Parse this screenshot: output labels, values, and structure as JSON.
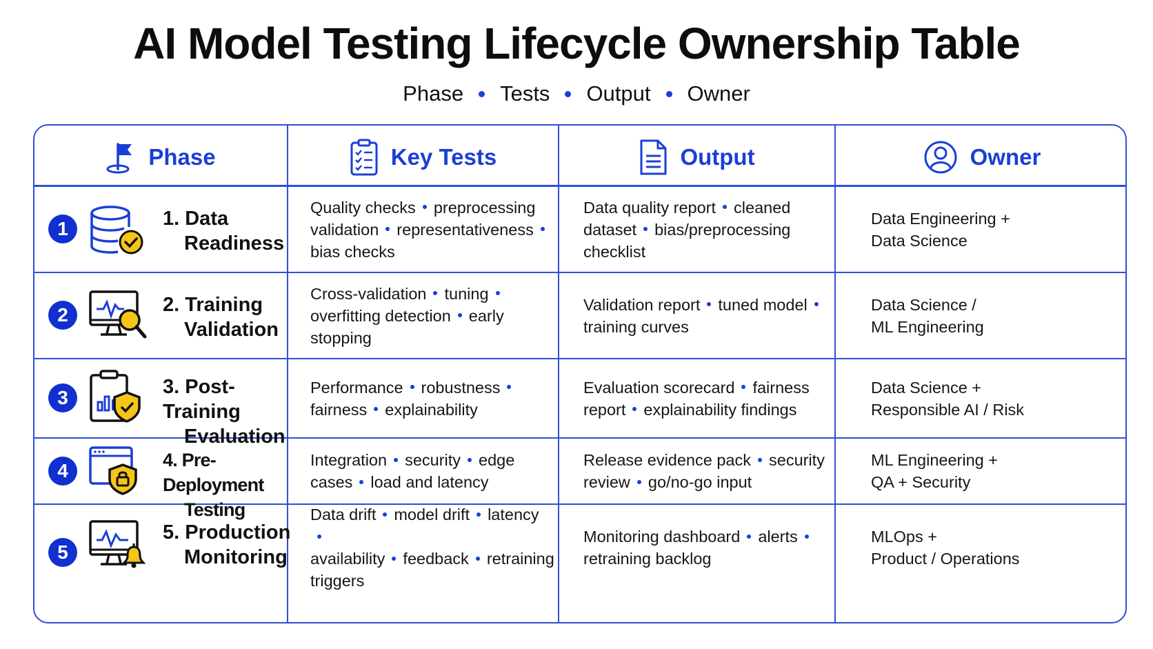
{
  "title": "AI Model Testing Lifecycle Ownership Table",
  "subtitle": [
    "Phase",
    "Tests",
    "Output",
    "Owner"
  ],
  "headers": {
    "phase": "Phase",
    "tests": "Key Tests",
    "output": "Output",
    "owner": "Owner"
  },
  "header_icons": {
    "phase": "flag-icon",
    "tests": "checklist-icon",
    "output": "document-icon",
    "owner": "user-icon"
  },
  "colors": {
    "accent": "#1a3fd6",
    "border": "#2d4fd8",
    "badge": "#1230d0",
    "highlight": "#f5c518"
  },
  "rows": [
    {
      "number": "1",
      "title_line1": "1. Data",
      "title_line2": "Readiness",
      "icon": "database-check-icon",
      "tests": [
        "Quality checks",
        "preprocessing validation",
        "representativeness",
        "bias checks"
      ],
      "tests_lines": [
        "Quality checks • preprocessing",
        "validation • representativeness •",
        "bias checks"
      ],
      "output_lines": [
        "Data quality report • cleaned",
        "dataset • bias/preprocessing",
        "checklist"
      ],
      "owner_lines": [
        "Data Engineering +",
        "Data Science"
      ]
    },
    {
      "number": "2",
      "title_line1": "2. Training",
      "title_line2": "Validation",
      "icon": "monitor-magnifier-icon",
      "tests_lines": [
        "Cross-validation • tuning •",
        "overfitting detection • early",
        "stopping"
      ],
      "output_lines": [
        "Validation report • tuned model •",
        "training curves"
      ],
      "owner_lines": [
        "Data Science /",
        "ML Engineering"
      ]
    },
    {
      "number": "3",
      "title_line1": "3. Post-Training",
      "title_line2": "Evaluation",
      "icon": "clipboard-shield-icon",
      "tests_lines": [
        "Performance • robustness •",
        "fairness • explainability"
      ],
      "output_lines": [
        "Evaluation scorecard • fairness",
        "report • explainability findings"
      ],
      "owner_lines": [
        "Data Science +",
        "Responsible AI / Risk"
      ]
    },
    {
      "number": "4",
      "title_line1": "4. Pre-Deployment",
      "title_line2": "Testing",
      "icon": "window-lock-shield-icon",
      "tests_lines": [
        "Integration • security • edge",
        "cases • load and latency"
      ],
      "output_lines": [
        "Release evidence pack • security",
        "review • go/no-go input"
      ],
      "owner_lines": [
        "ML Engineering +",
        "QA + Security"
      ]
    },
    {
      "number": "5",
      "title_line1": "5. Production",
      "title_line2": "Monitoring",
      "icon": "monitor-bell-icon",
      "tests_lines": [
        "Data drift • model drift • latency •",
        "availability • feedback • retraining",
        "triggers"
      ],
      "output_lines": [
        "Monitoring dashboard • alerts •",
        "retraining backlog"
      ],
      "owner_lines": [
        "MLOps +",
        "Product / Operations"
      ]
    }
  ]
}
